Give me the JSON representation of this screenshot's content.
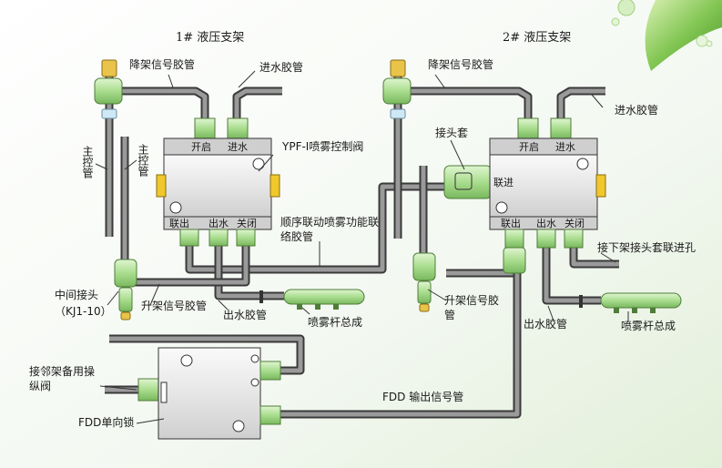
{
  "support_1": {
    "title": "1# 液压支架",
    "valve_name": "YPF-Ⅰ喷雾控制阀",
    "port_open": "开启",
    "port_in": "进水",
    "port_link_out": "联出",
    "port_water_out": "出水",
    "port_close": "关闭",
    "lower_signal_hose": "降架信号胶管",
    "inlet_hose": "进水胶管",
    "main_ctrl_pipe_a": "主控管",
    "main_ctrl_pipe_b": "主控管",
    "seq_hose": "顺序联动喷雾功能联络胶管",
    "middle_joint": "中间接头",
    "middle_joint_model": "（KJ1-10）",
    "raise_signal_hose": "升架信号胶管",
    "outlet_hose": "出水胶管",
    "spray_bar": "喷雾杆总成"
  },
  "support_2": {
    "title": "2# 液压支架",
    "port_open": "开启",
    "port_in": "进水",
    "port_link_in": "联进",
    "port_link_out": "联出",
    "port_water_out": "出水",
    "port_close": "关闭",
    "lower_signal_hose": "降架信号胶管",
    "inlet_hose": "进水胶管",
    "joint_sleeve": "接头套",
    "next_support_note": "接下架接头套联进孔",
    "raise_signal_hose": "升架信号胶管",
    "outlet_hose": "出水胶管",
    "spray_bar": "喷雾杆总成"
  },
  "fdd": {
    "neighbor_valve": "接邻架备用操纵阀",
    "check_lock": "FDD单向锁",
    "output_signal_hose": "FDD 输出信号管"
  },
  "colors": {
    "valve_body": "#e8e8e8",
    "connector": "#b8e6a0",
    "pipe": "#3a3a3a",
    "background": "#f4f8f2"
  }
}
